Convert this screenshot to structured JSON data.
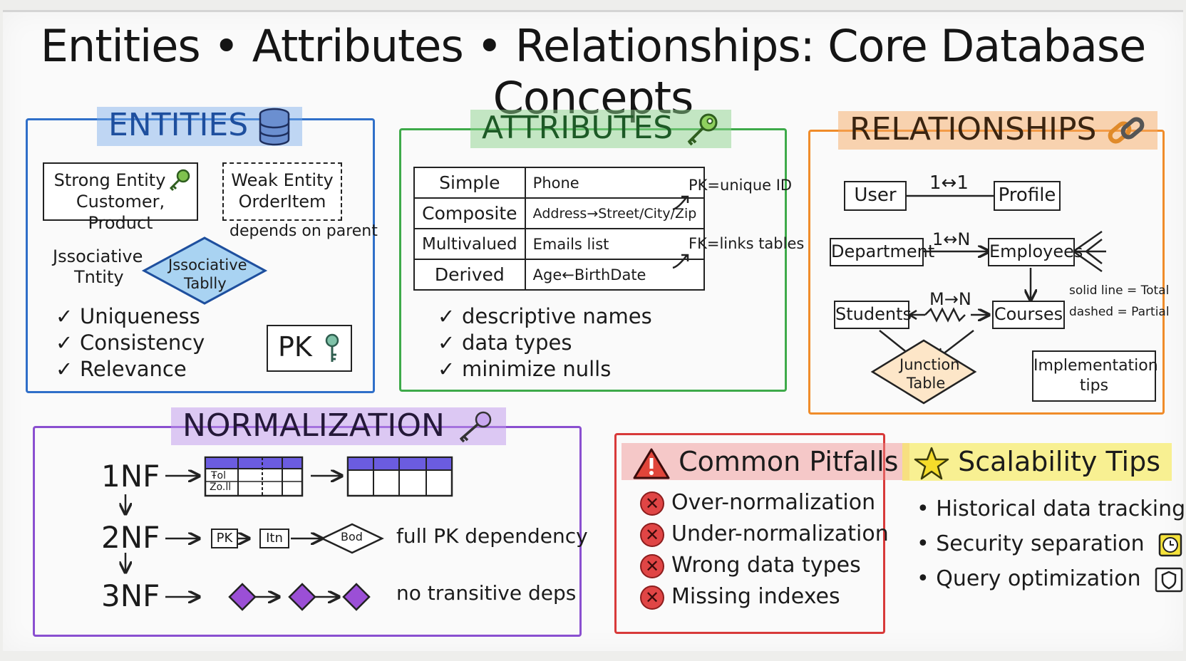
{
  "title": "Entities • Attributes • Relationships: Core Database Concepts",
  "colors": {
    "entities": "#2f6fc9",
    "attributes": "#3eaa4a",
    "relationships": "#f08c2a",
    "normalization": "#8a4fd0",
    "pitfalls": "#d83a3a",
    "scalability": "#f2e23a"
  },
  "entities": {
    "heading": "ENTITIES",
    "icon": "database-icon",
    "strong_line1": "Strong Entity",
    "strong_line2": "Customer, Product",
    "weak_line1": "Weak Entity",
    "weak_line2": "OrderItem",
    "weak_note": "depends on parent",
    "assoc_line1": "Jssociative",
    "assoc_line2": "Tntity",
    "diamond_line1": "Jssociative",
    "diamond_line2": "Tablly",
    "checks": [
      "Uniqueness",
      "Consistency",
      "Relevance"
    ],
    "pk_label": "PK"
  },
  "attributes": {
    "heading": "ATTRIBUTES",
    "icon": "key-icon",
    "rows": [
      {
        "type": "Simple",
        "example": "Phone"
      },
      {
        "type": "Composite",
        "example": "Address→Street/City/Zip"
      },
      {
        "type": "Multivalued",
        "example": "Emails list"
      },
      {
        "type": "Derived",
        "example": "Age←BirthDate"
      }
    ],
    "pk_note": "PK=unique ID",
    "fk_note": "FK=links tables",
    "checks": [
      "descriptive names",
      "data types",
      "minimize nulls"
    ]
  },
  "relationships": {
    "heading": "RELATIONSHIPS",
    "icon": "chain-link-icon",
    "user": "User",
    "profile": "Profile",
    "one_one": "1↔1",
    "department": "Department",
    "employees": "Employees",
    "one_n": "1↔N",
    "students": "Students",
    "courses": "Courses",
    "m_n": "M→N",
    "legend_solid": "solid line = Total",
    "legend_dashed": "dashed = Partial",
    "junction_line1": "Junction",
    "junction_line2": "Table",
    "impl_line1": "Implementation",
    "impl_line2": "tips"
  },
  "normalization": {
    "heading": "NORMALIZATION",
    "icon": "key-icon",
    "nf1": "1NF",
    "nf2": "2NF",
    "nf3": "3NF",
    "cell_a": "Ŧol",
    "cell_b": "Zo.ll",
    "pk": "PK",
    "mid": "Itn",
    "bod": "Bod",
    "full_pk": "full PK dependency",
    "no_transitive": "no transitive deps"
  },
  "pitfalls": {
    "heading": "Common Pitfalls",
    "icon": "warning-icon",
    "items": [
      "Over-normalization",
      "Under-normalization",
      "Wrong data types",
      "Missing indexes"
    ]
  },
  "scalability": {
    "heading": "Scalability Tips",
    "icon": "star-icon",
    "items": [
      "Historical data tracking",
      "Security separation",
      "Query optimization"
    ]
  }
}
